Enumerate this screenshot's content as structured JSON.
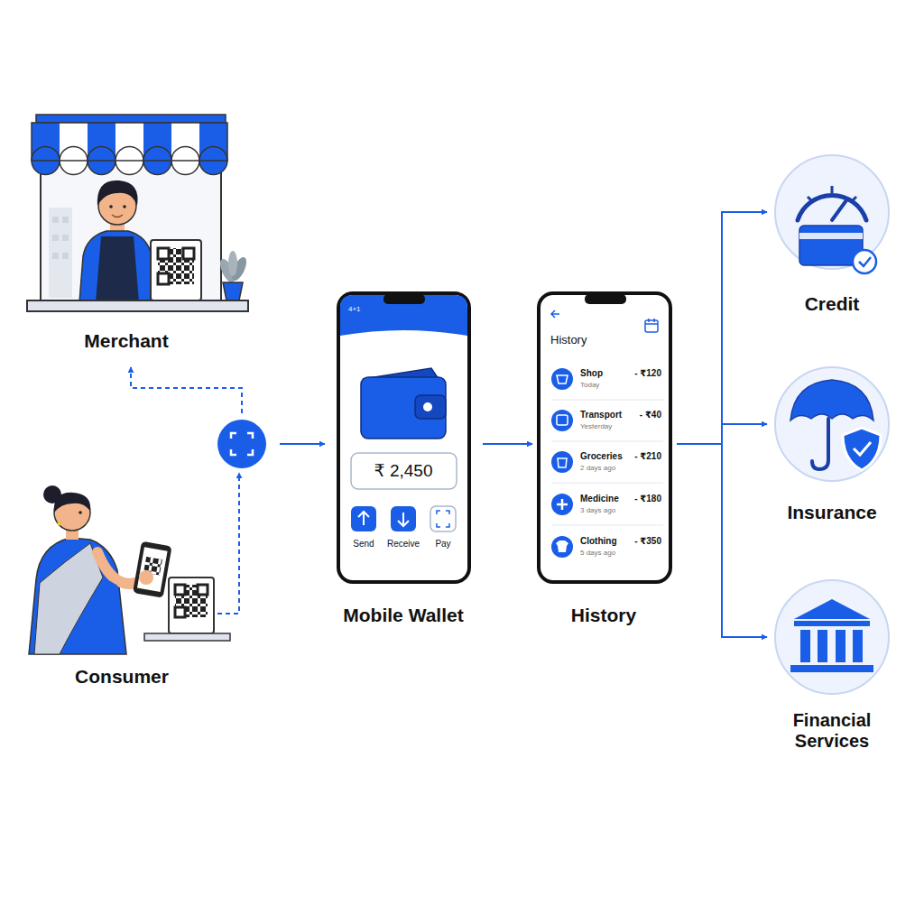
{
  "diagram": {
    "nodes": [
      {
        "text": [
          "Merchant"
        ]
      },
      {
        "text": [
          "Consumer"
        ]
      },
      {
        "text": [
          "4+1",
          "₹ 2,450",
          "Send",
          "Receive",
          "Pay",
          "Mobile Wallet"
        ]
      },
      {
        "text": [
          "History",
          "Shop",
          "Today",
          "- ₹120",
          "Transport",
          "Yesterday",
          "- ₹40",
          "Groceries",
          "2 days ago",
          "- ₹210",
          "Medicine",
          "3 days ago",
          "- ₹180",
          "Clothing",
          "5 days ago",
          "- ₹350",
          "History"
        ]
      },
      {
        "text": [
          "Credit"
        ]
      },
      {
        "text": [
          "Insurance"
        ]
      },
      {
        "text": [
          "Financial Services"
        ]
      }
    ],
    "edges": [
      {
        "from": 1,
        "to": 0,
        "arrow": "to"
      },
      {
        "from": 1,
        "to": 2,
        "arrow": "to"
      },
      {
        "from": 2,
        "to": 3,
        "arrow": "to"
      },
      {
        "from": 3,
        "to": 4,
        "arrow": "to"
      },
      {
        "from": 3,
        "to": 5,
        "arrow": "to"
      },
      {
        "from": 3,
        "to": 6,
        "arrow": "to"
      }
    ]
  }
}
